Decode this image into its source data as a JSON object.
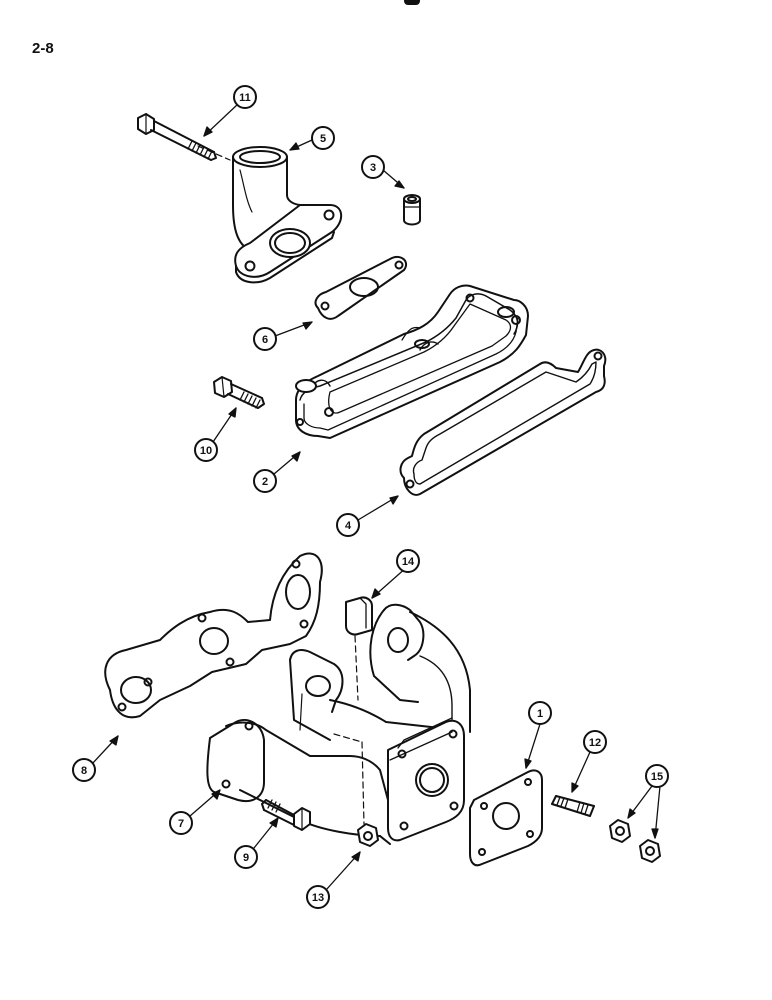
{
  "page": {
    "number": "2-8"
  },
  "colors": {
    "ink": "#111111",
    "paper": "#ffffff"
  },
  "callouts": [
    {
      "id": "c1",
      "label": "1"
    },
    {
      "id": "c2",
      "label": "2"
    },
    {
      "id": "c3",
      "label": "3"
    },
    {
      "id": "c4",
      "label": "4"
    },
    {
      "id": "c5",
      "label": "5"
    },
    {
      "id": "c6",
      "label": "6"
    },
    {
      "id": "c7",
      "label": "7"
    },
    {
      "id": "c8",
      "label": "8"
    },
    {
      "id": "c9",
      "label": "9"
    },
    {
      "id": "c10",
      "label": "10"
    },
    {
      "id": "c11",
      "label": "11"
    },
    {
      "id": "c12",
      "label": "12"
    },
    {
      "id": "c13",
      "label": "13"
    },
    {
      "id": "c14",
      "label": "14"
    },
    {
      "id": "c15",
      "label": "15"
    }
  ]
}
